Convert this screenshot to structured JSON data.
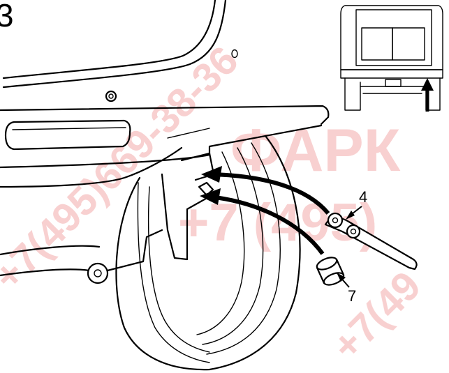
{
  "figure": {
    "step_number": "3",
    "callouts": [
      {
        "id": "tool-wrench",
        "label": "4"
      },
      {
        "id": "tool-sleeve",
        "label": "7"
      }
    ]
  },
  "watermark": {
    "color": "#f2a9a9",
    "phone_diagonal": "+7(495)669-38-36",
    "brand_fragment": "ФАРК",
    "phone_fragment": "+7 (495)",
    "phone_diagonal_lower": "+7(49"
  },
  "colors": {
    "ink": "#000000",
    "background": "#ffffff",
    "accent_arrow": "#000000"
  }
}
